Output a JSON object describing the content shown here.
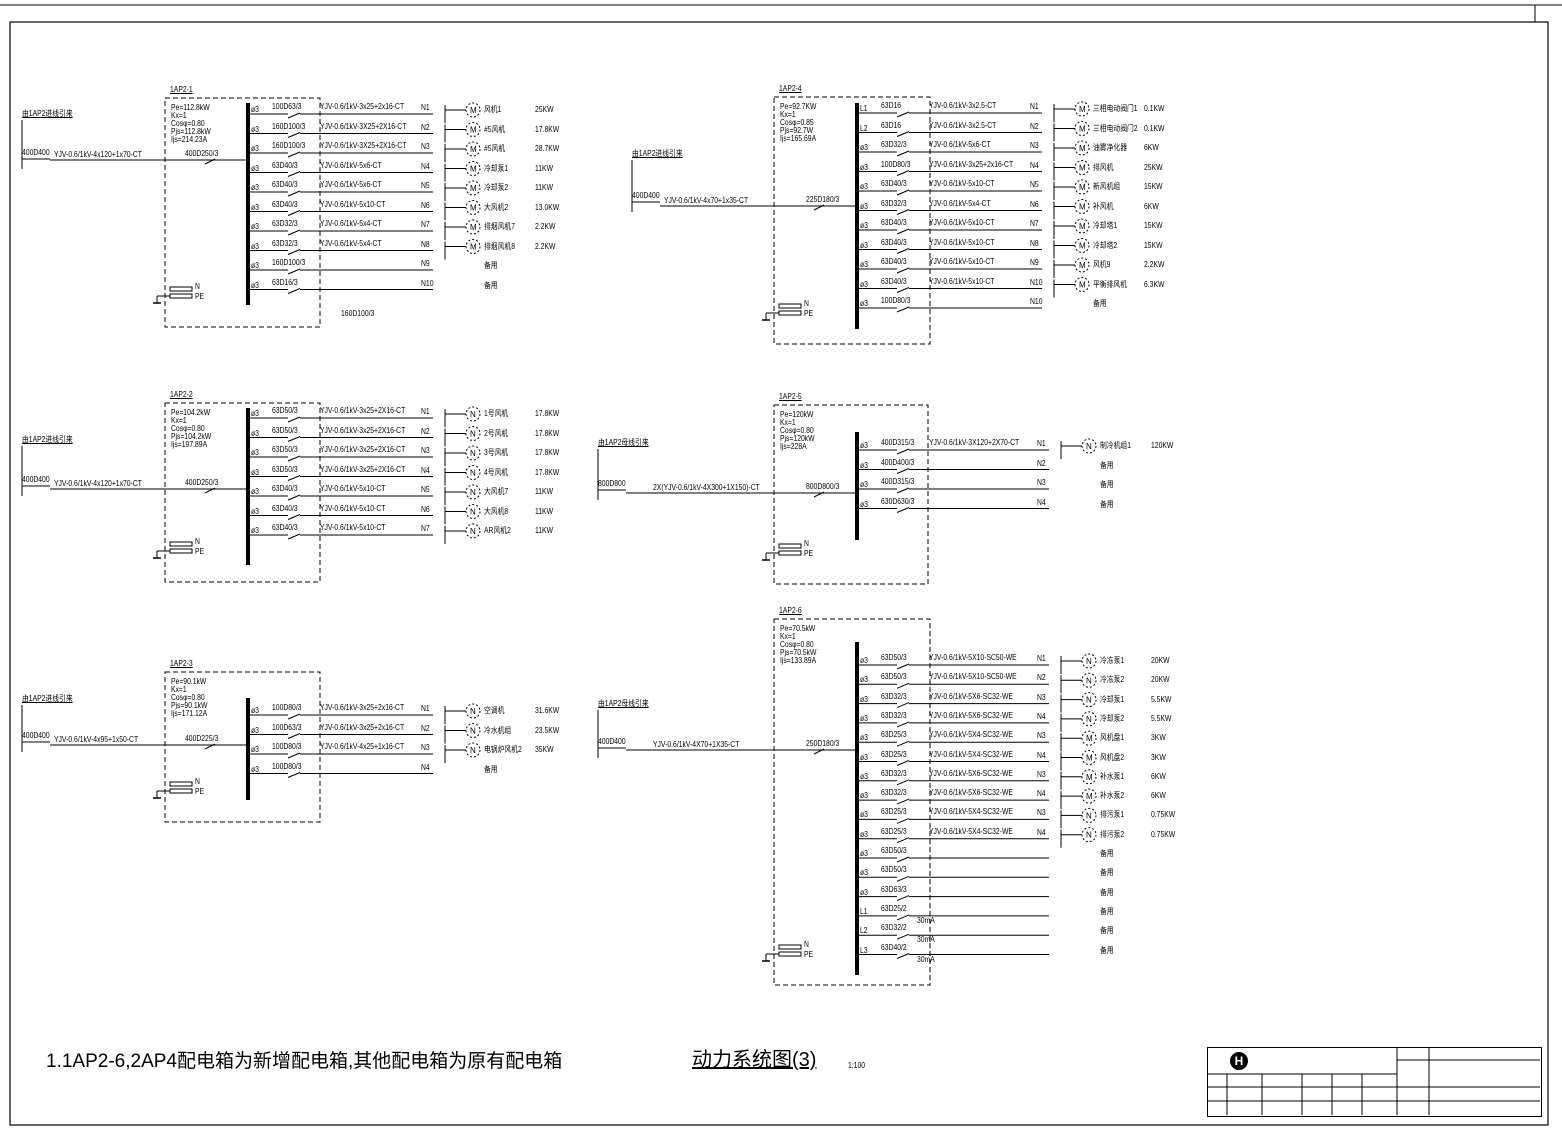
{
  "drawing": {
    "title": "动力系统图(3)",
    "scale": "1:100",
    "note": "1.1AP2-6,2AP4配电箱为新增配电箱,其他配电箱为原有配电箱"
  },
  "title_block": {
    "logo_letter": "H"
  },
  "common": {
    "n_label": "N",
    "pe_label": "PE"
  },
  "panels": [
    {
      "name": "1AP2-1",
      "source": "由1AP2进线引来",
      "incoming_breaker": "400D400",
      "feed_cable": "YJV-0.6/1kV-4x120+1x70-CT",
      "main_breaker": "400D250/3",
      "info": [
        "Pe=112.8kW",
        "Kx=1",
        "Cosφ=0.80",
        "Pjs=112.8kW",
        "Ijs=214.23A"
      ],
      "extra_label": "160D100/3",
      "circuits": [
        {
          "phase": "ø3",
          "breaker": "100D63/3",
          "cable": "YJV-0.6/1kV-3x25+2x16-CT",
          "tag": "N1",
          "motor": "M",
          "load": "风机1",
          "kw": "25KW"
        },
        {
          "phase": "ø3",
          "breaker": "160D100/3",
          "cable": "YJV-0.6/1kV-3X25+2X16-CT",
          "tag": "N2",
          "motor": "M",
          "load": "#5风机",
          "kw": "17.8KW"
        },
        {
          "phase": "ø3",
          "breaker": "160D100/3",
          "cable": "YJV-0.6/1kV-3X25+2X16-CT",
          "tag": "N3",
          "motor": "M",
          "load": "#5风机",
          "kw": "28.7KW"
        },
        {
          "phase": "ø3",
          "breaker": "63D40/3",
          "cable": "YJV-0.6/1kV-5x6-CT",
          "tag": "N4",
          "motor": "M",
          "load": "冷却泵1",
          "kw": "11KW"
        },
        {
          "phase": "ø3",
          "breaker": "63D40/3",
          "cable": "YJV-0.6/1kV-5x6-CT",
          "tag": "N5",
          "motor": "M",
          "load": "冷却泵2",
          "kw": "11KW"
        },
        {
          "phase": "ø3",
          "breaker": "63D40/3",
          "cable": "YJV-0.6/1kV-5x10-CT",
          "tag": "N6",
          "motor": "M",
          "load": "大风机2",
          "kw": "13.0KW"
        },
        {
          "phase": "ø3",
          "breaker": "63D32/3",
          "cable": "YJV-0.6/1kV-5x4-CT",
          "tag": "N7",
          "motor": "M",
          "load": "排烟风机7",
          "kw": "2.2KW"
        },
        {
          "phase": "ø3",
          "breaker": "63D32/3",
          "cable": "YJV-0.6/1kV-5x4-CT",
          "tag": "N8",
          "motor": "M",
          "load": "排烟风机8",
          "kw": "2.2KW"
        },
        {
          "phase": "ø3",
          "breaker": "160D100/3",
          "cable": "",
          "tag": "N9",
          "motor": "",
          "load": "备用",
          "kw": ""
        },
        {
          "phase": "ø3",
          "breaker": "63D16/3",
          "cable": "",
          "tag": "N10",
          "motor": "",
          "load": "备用",
          "kw": ""
        }
      ]
    },
    {
      "name": "1AP2-2",
      "source": "由1AP2进线引来",
      "incoming_breaker": "400D400",
      "feed_cable": "YJV-0.6/1kV-4x120+1x70-CT",
      "main_breaker": "400D250/3",
      "info": [
        "Pe=104.2kW",
        "Kx=1",
        "Cosφ=0.80",
        "Pjs=104.2kW",
        "Ijs=197.89A"
      ],
      "circuits": [
        {
          "phase": "ø3",
          "breaker": "63D50/3",
          "cable": "YJV-0.6/1kV-3x25+2X16-CT",
          "tag": "N1",
          "motor": "N",
          "load": "1号风机",
          "kw": "17.8KW"
        },
        {
          "phase": "ø3",
          "breaker": "63D50/3",
          "cable": "YJV-0.6/1kV-3x25+2X16-CT",
          "tag": "N2",
          "motor": "N",
          "load": "2号风机",
          "kw": "17.8KW"
        },
        {
          "phase": "ø3",
          "breaker": "63D50/3",
          "cable": "YJV-0.6/1kV-3x25+2X16-CT",
          "tag": "N3",
          "motor": "N",
          "load": "3号风机",
          "kw": "17.8KW"
        },
        {
          "phase": "ø3",
          "breaker": "63D50/3",
          "cable": "YJV-0.6/1kV-3x25+2X16-CT",
          "tag": "N4",
          "motor": "N",
          "load": "4号风机",
          "kw": "17.8KW"
        },
        {
          "phase": "ø3",
          "breaker": "63D40/3",
          "cable": "YJV-0.6/1kV-5x10-CT",
          "tag": "N5",
          "motor": "N",
          "load": "大风机7",
          "kw": "11KW"
        },
        {
          "phase": "ø3",
          "breaker": "63D40/3",
          "cable": "YJV-0.6/1kV-5x10-CT",
          "tag": "N6",
          "motor": "N",
          "load": "大风机8",
          "kw": "11KW"
        },
        {
          "phase": "ø3",
          "breaker": "63D40/3",
          "cable": "YJV-0.6/1kV-5x10-CT",
          "tag": "N7",
          "motor": "N",
          "load": "AR风机2",
          "kw": "11KW"
        }
      ]
    },
    {
      "name": "1AP2-3",
      "source": "由1AP2进线引来",
      "incoming_breaker": "400D400",
      "feed_cable": "YJV-0.6/1kV-4x95+1x50-CT",
      "main_breaker": "400D225/3",
      "info": [
        "Pe=90.1kW",
        "Kx=1",
        "Cosφ=0.80",
        "Pjs=90.1kW",
        "Ijs=171.12A"
      ],
      "circuits": [
        {
          "phase": "ø3",
          "breaker": "100D80/3",
          "cable": "YJV-0.6/1kV-3x25+2x16-CT",
          "tag": "N1",
          "motor": "N",
          "load": "空调机",
          "kw": "31.6KW"
        },
        {
          "phase": "ø3",
          "breaker": "100D63/3",
          "cable": "YJV-0.6/1kV-3x25+2x16-CT",
          "tag": "N2",
          "motor": "N",
          "load": "冷水机组",
          "kw": "23.5KW"
        },
        {
          "phase": "ø3",
          "breaker": "100D80/3",
          "cable": "YJV-0.6/1kV-4x25+1x16-CT",
          "tag": "N3",
          "motor": "N",
          "load": "电锅炉风机2",
          "kw": "35KW"
        },
        {
          "phase": "ø3",
          "breaker": "100D80/3",
          "cable": "",
          "tag": "N4",
          "motor": "",
          "load": "备用",
          "kw": ""
        }
      ]
    },
    {
      "name": "1AP2-4",
      "source": "由1AP2进线引来",
      "incoming_breaker": "400D400",
      "feed_cable": "YJV-0.6/1kV-4x70+1x35-CT",
      "main_breaker": "225D180/3",
      "info": [
        "Pe=92.7KW",
        "Kx=1",
        "Cosφ=0.85",
        "Pjs=92.7W",
        "Ijs=165.69A"
      ],
      "circuits": [
        {
          "phase": "L1",
          "breaker": "63D16",
          "cable": "YJV-0.6/1kV-3x2.5-CT",
          "tag": "N1",
          "motor": "M",
          "load": "三相电动阀门1",
          "kw": "0.1KW"
        },
        {
          "phase": "L2",
          "breaker": "63D16",
          "cable": "YJV-0.6/1kV-3x2.5-CT",
          "tag": "N2",
          "motor": "M",
          "load": "三相电动阀门2",
          "kw": "0.1KW"
        },
        {
          "phase": "ø3",
          "breaker": "63D32/3",
          "cable": "YJV-0.6/1kV-5x6-CT",
          "tag": "N3",
          "motor": "M",
          "load": "油雾净化器",
          "kw": "6KW"
        },
        {
          "phase": "ø3",
          "breaker": "100D80/3",
          "cable": "YJV-0.6/1kV-3x25+2x16-CT",
          "tag": "N4",
          "motor": "M",
          "load": "排风机",
          "kw": "25KW"
        },
        {
          "phase": "ø3",
          "breaker": "63D40/3",
          "cable": "YJV-0.6/1kV-5x10-CT",
          "tag": "N5",
          "motor": "M",
          "load": "新风机组",
          "kw": "15KW"
        },
        {
          "phase": "ø3",
          "breaker": "63D32/3",
          "cable": "YJV-0.6/1kV-5x4-CT",
          "tag": "N6",
          "motor": "M",
          "load": "补风机",
          "kw": "6KW"
        },
        {
          "phase": "ø3",
          "breaker": "63D40/3",
          "cable": "YJV-0.6/1kV-5x10-CT",
          "tag": "N7",
          "motor": "M",
          "load": "冷却塔1",
          "kw": "15KW"
        },
        {
          "phase": "ø3",
          "breaker": "63D40/3",
          "cable": "YJV-0.6/1kV-5x10-CT",
          "tag": "N8",
          "motor": "M",
          "load": "冷却塔2",
          "kw": "15KW"
        },
        {
          "phase": "ø3",
          "breaker": "63D40/3",
          "cable": "YJV-0.6/1kV-5x10-CT",
          "tag": "N9",
          "motor": "M",
          "load": "风机9",
          "kw": "2.2KW"
        },
        {
          "phase": "ø3",
          "breaker": "63D40/3",
          "cable": "YJV-0.6/1kV-5x10-CT",
          "tag": "N10",
          "motor": "M",
          "load": "平衡排风机",
          "kw": "6.3KW"
        },
        {
          "phase": "ø3",
          "breaker": "100D80/3",
          "cable": "",
          "tag": "N10",
          "motor": "",
          "load": "备用",
          "kw": ""
        }
      ]
    },
    {
      "name": "1AP2-5",
      "source": "由1AP2母线引来",
      "incoming_breaker": "800D800",
      "feed_cable": "2X(YJV-0.6/1kV-4X300+1X150)-CT",
      "main_breaker": "800D800/3",
      "info": [
        "Pe=120kW",
        "Kx=1",
        "Cosφ=0.80",
        "Pjs=120kW",
        "Ijs=228A"
      ],
      "circuits": [
        {
          "phase": "ø3",
          "breaker": "400D315/3",
          "cable": "YJV-0.6/1kV-3X120+2X70-CT",
          "tag": "N1",
          "motor": "N",
          "load": "制冷机组1",
          "kw": "120KW"
        },
        {
          "phase": "ø3",
          "breaker": "400D400/3",
          "cable": "",
          "tag": "N2",
          "motor": "",
          "load": "备用",
          "kw": ""
        },
        {
          "phase": "ø3",
          "breaker": "400D315/3",
          "cable": "",
          "tag": "N3",
          "motor": "",
          "load": "备用",
          "kw": ""
        },
        {
          "phase": "ø3",
          "breaker": "630D630/3",
          "cable": "",
          "tag": "N4",
          "motor": "",
          "load": "备用",
          "kw": ""
        }
      ]
    },
    {
      "name": "1AP2-6",
      "source": "由1AP2母线引来",
      "incoming_breaker": "400D400",
      "feed_cable": "YJV-0.6/1kV-4X70+1X35-CT",
      "main_breaker": "250D180/3",
      "info": [
        "Pe=70.5kW",
        "Kx=1",
        "Cosφ=0.80",
        "Pjs=70.5kW",
        "Ijs=133.89A"
      ],
      "circuits": [
        {
          "phase": "ø3",
          "breaker": "63D50/3",
          "cable": "YJV-0.6/1kV-5X10-SC50-WE",
          "tag": "N1",
          "motor": "N",
          "load": "冷冻泵1",
          "kw": "20KW"
        },
        {
          "phase": "ø3",
          "breaker": "63D50/3",
          "cable": "YJV-0.6/1kV-5X10-SC50-WE",
          "tag": "N2",
          "motor": "N",
          "load": "冷冻泵2",
          "kw": "20KW"
        },
        {
          "phase": "ø3",
          "breaker": "63D32/3",
          "cable": "YJV-0.6/1kV-5X6-SC32-WE",
          "tag": "N3",
          "motor": "N",
          "load": "冷却泵1",
          "kw": "5.5KW"
        },
        {
          "phase": "ø3",
          "breaker": "63D32/3",
          "cable": "YJV-0.6/1kV-5X6-SC32-WE",
          "tag": "N4",
          "motor": "N",
          "load": "冷却泵2",
          "kw": "5.5KW"
        },
        {
          "phase": "ø3",
          "breaker": "63D25/3",
          "cable": "YJV-0.6/1kV-5X4-SC32-WE",
          "tag": "N3",
          "motor": "M",
          "load": "风机盘1",
          "kw": "3KW"
        },
        {
          "phase": "ø3",
          "breaker": "63D25/3",
          "cable": "YJV-0.6/1kV-5X4-SC32-WE",
          "tag": "N4",
          "motor": "M",
          "load": "风机盘2",
          "kw": "3KW"
        },
        {
          "phase": "ø3",
          "breaker": "63D32/3",
          "cable": "YJV-0.6/1kV-5X6-SC32-WE",
          "tag": "N3",
          "motor": "M",
          "load": "补水泵1",
          "kw": "6KW"
        },
        {
          "phase": "ø3",
          "breaker": "63D32/3",
          "cable": "YJV-0.6/1kV-5X6-SC32-WE",
          "tag": "N4",
          "motor": "M",
          "load": "补水泵2",
          "kw": "6KW"
        },
        {
          "phase": "ø3",
          "breaker": "63D25/3",
          "cable": "YJV-0.6/1kV-5X4-SC32-WE",
          "tag": "N3",
          "motor": "N",
          "load": "排污泵1",
          "kw": "0.75KW"
        },
        {
          "phase": "ø3",
          "breaker": "63D25/3",
          "cable": "YJV-0.6/1kV-5X4-SC32-WE",
          "tag": "N4",
          "motor": "N",
          "load": "排污泵2",
          "kw": "0.75KW"
        },
        {
          "phase": "ø3",
          "breaker": "63D50/3",
          "cable": "",
          "tag": "",
          "motor": "",
          "load": "备用",
          "kw": ""
        },
        {
          "phase": "ø3",
          "breaker": "63D50/3",
          "cable": "",
          "tag": "",
          "motor": "",
          "load": "备用",
          "kw": ""
        },
        {
          "phase": "ø3",
          "breaker": "63D63/3",
          "cable": "",
          "tag": "",
          "motor": "",
          "load": "备用",
          "kw": ""
        },
        {
          "phase": "L1",
          "breaker": "63D25/2",
          "rcd": "30mA",
          "cable": "",
          "tag": "",
          "motor": "",
          "load": "备用",
          "kw": ""
        },
        {
          "phase": "L2",
          "breaker": "63D32/2",
          "rcd": "30mA",
          "cable": "",
          "tag": "",
          "motor": "",
          "load": "备用",
          "kw": ""
        },
        {
          "phase": "L3",
          "breaker": "63D40/2",
          "rcd": "30mA",
          "cable": "",
          "tag": "",
          "motor": "",
          "load": "备用",
          "kw": ""
        }
      ]
    }
  ]
}
